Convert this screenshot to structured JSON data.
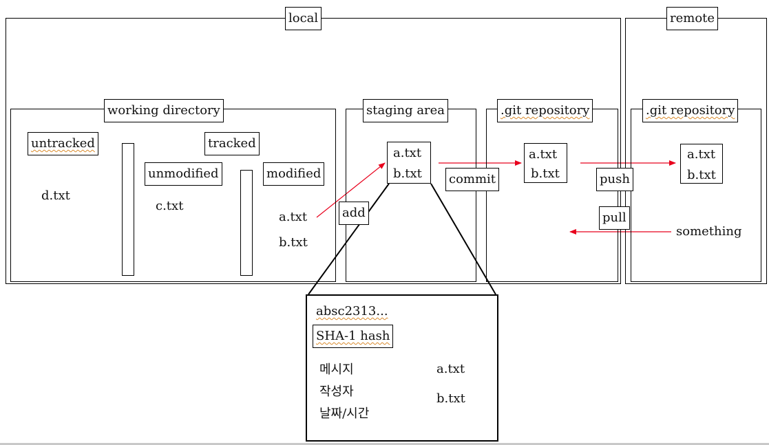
{
  "local": {
    "title": "local",
    "working_directory": {
      "title": "working directory",
      "untracked": {
        "label": "untracked",
        "files": [
          "d.txt"
        ]
      },
      "tracked": {
        "label": "tracked",
        "unmodified": {
          "label": "unmodified",
          "files": [
            "c.txt"
          ]
        },
        "modified": {
          "label": "modified",
          "files": [
            "a.txt",
            "b.txt"
          ]
        }
      }
    },
    "staging_area": {
      "title": "staging area",
      "files": [
        "a.txt",
        "b.txt"
      ]
    },
    "git_repository": {
      "title": ".git repository",
      "files": [
        "a.txt",
        "b.txt"
      ]
    }
  },
  "remote": {
    "title": "remote",
    "git_repository": {
      "title": ".git repository",
      "files": [
        "a.txt",
        "b.txt"
      ]
    },
    "incoming": "something"
  },
  "actions": {
    "add": "add",
    "commit": "commit",
    "push": "push",
    "pull": "pull"
  },
  "commit_detail": {
    "hash_value": "absc2313...",
    "hash_label": "SHA-1 hash",
    "meta": [
      "메시지",
      "작성자",
      "날짜/시간"
    ],
    "files": [
      "a.txt",
      "b.txt"
    ]
  },
  "colors": {
    "arrow": "#e8001c",
    "line": "#000000",
    "spellcheck": "#d98a2b"
  }
}
